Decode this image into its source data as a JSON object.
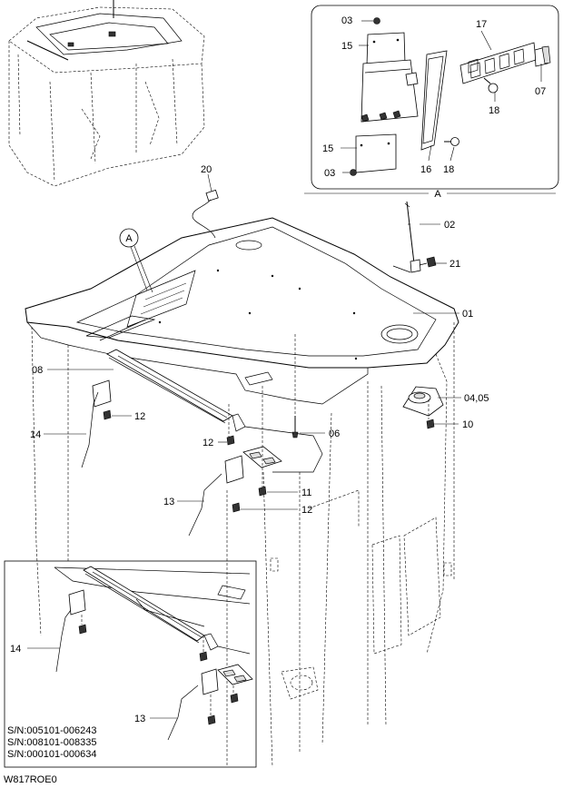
{
  "diagram": {
    "drawing_code": "W817ROE0",
    "detail": {
      "label": "A",
      "callout_letter": "A",
      "parts": [
        "03",
        "15",
        "17",
        "07",
        "18",
        "15",
        "16",
        "18",
        "03"
      ]
    },
    "main_parts": [
      "20",
      "02",
      "21",
      "01",
      "08",
      "04,05",
      "12",
      "06",
      "14",
      "12",
      "11",
      "13",
      "12",
      "10"
    ],
    "inset": {
      "parts": [
        "14",
        "13"
      ],
      "serial_numbers": [
        "S/N:005101-006243",
        "S/N:008101-008335",
        "S/N:000101-000634"
      ]
    }
  }
}
